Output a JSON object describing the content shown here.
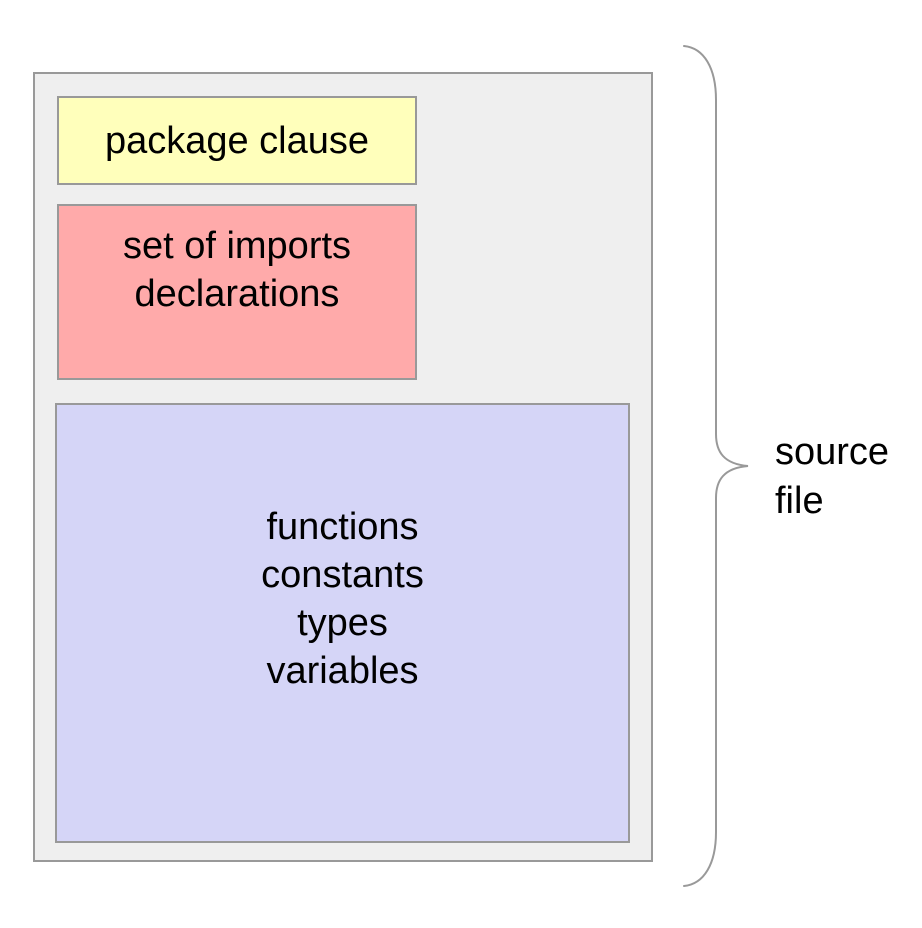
{
  "diagram": {
    "side_label": "source\nfile",
    "boxes": {
      "package": {
        "label": "package clause"
      },
      "imports": {
        "label": "set of imports\ndeclarations"
      },
      "declarations": {
        "label": "functions\nconstants\ntypes\nvariables"
      }
    },
    "colors": {
      "outer_fill": "#EFEFEF",
      "box_border": "#999999",
      "package_fill": "#FFFFBB",
      "imports_fill": "#FFAAAA",
      "declarations_fill": "#D5D5F7",
      "brace_stroke": "#999999",
      "text": "#000000"
    }
  }
}
